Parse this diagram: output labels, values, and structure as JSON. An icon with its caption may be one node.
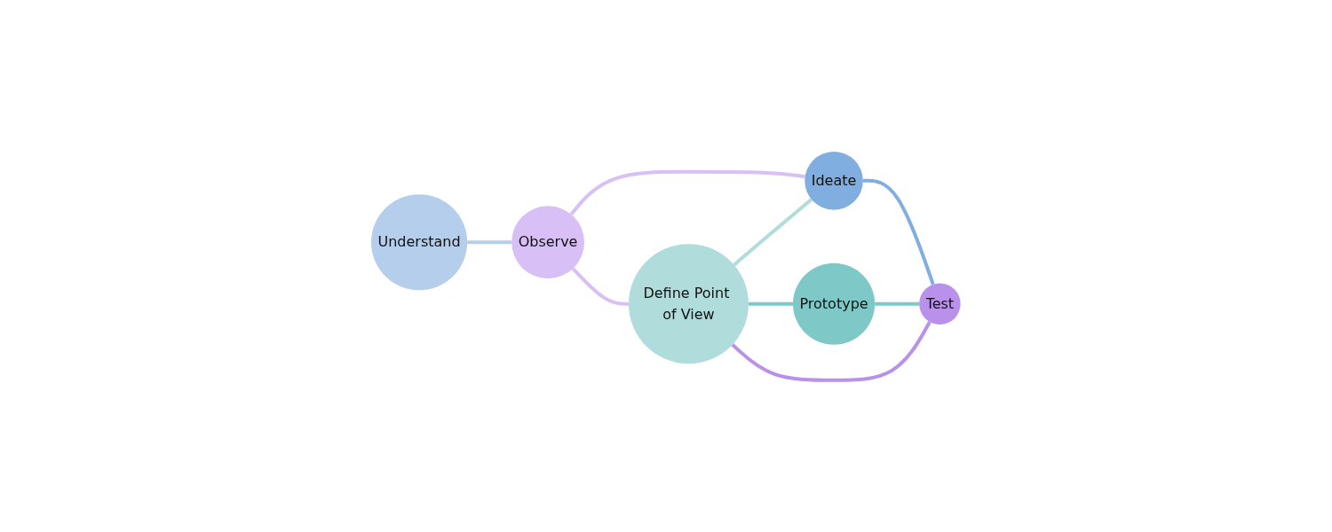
{
  "diagram": {
    "nodes": [
      {
        "text": [
          "Understand"
        ]
      },
      {
        "text": [
          "Observe"
        ]
      },
      {
        "text": [
          "Define Point of View"
        ]
      },
      {
        "text": [
          "Ideate"
        ]
      },
      {
        "text": [
          "Prototype"
        ]
      },
      {
        "text": [
          "Test"
        ]
      }
    ],
    "edges": [
      {
        "from": 0,
        "to": 1,
        "arrow": "none",
        "color": "#b4ceeb"
      },
      {
        "from": 1,
        "to": 2,
        "arrow": "none",
        "color": "#d8bff5"
      },
      {
        "from": 1,
        "to": 3,
        "arrow": "none",
        "color": "#d8bff5"
      },
      {
        "from": 2,
        "to": 3,
        "arrow": "none",
        "color": "#b0dcdc"
      },
      {
        "from": 3,
        "to": 5,
        "arrow": "none",
        "color": "#80aee0"
      },
      {
        "from": 4,
        "to": 5,
        "arrow": "none",
        "color": "#7fc8c8"
      },
      {
        "from": 2,
        "to": 4,
        "arrow": "none",
        "color": "#7fc8c8"
      },
      {
        "from": 2,
        "to": 5,
        "arrow": "none",
        "color": "#b990ea"
      }
    ]
  }
}
